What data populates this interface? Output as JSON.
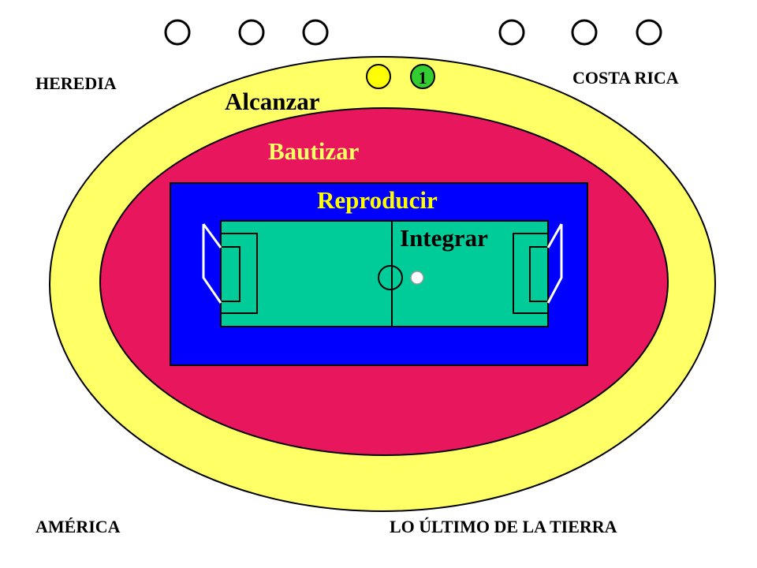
{
  "corners": {
    "top_left": "HEREDIA",
    "top_right": "COSTA RICA",
    "bottom_left": "AMÉRICA",
    "bottom_right": "LO ÚLTIMO DE LA TIERRA"
  },
  "rings": {
    "outer": "Alcanzar",
    "middle": "Bautizar",
    "inner": "Reproducir",
    "field": "Integrar"
  },
  "badge": {
    "number": "1"
  },
  "colors": {
    "outer_ring": "#ffff66",
    "middle_ring": "#e8175d",
    "inner_box": "#0000ff",
    "field": "#00cc99",
    "reproducir_text": "#ffff00",
    "badge_yellow": "#ffff00",
    "badge_green": "#33cc33",
    "ball": "#ffffff",
    "outline": "#000000"
  }
}
